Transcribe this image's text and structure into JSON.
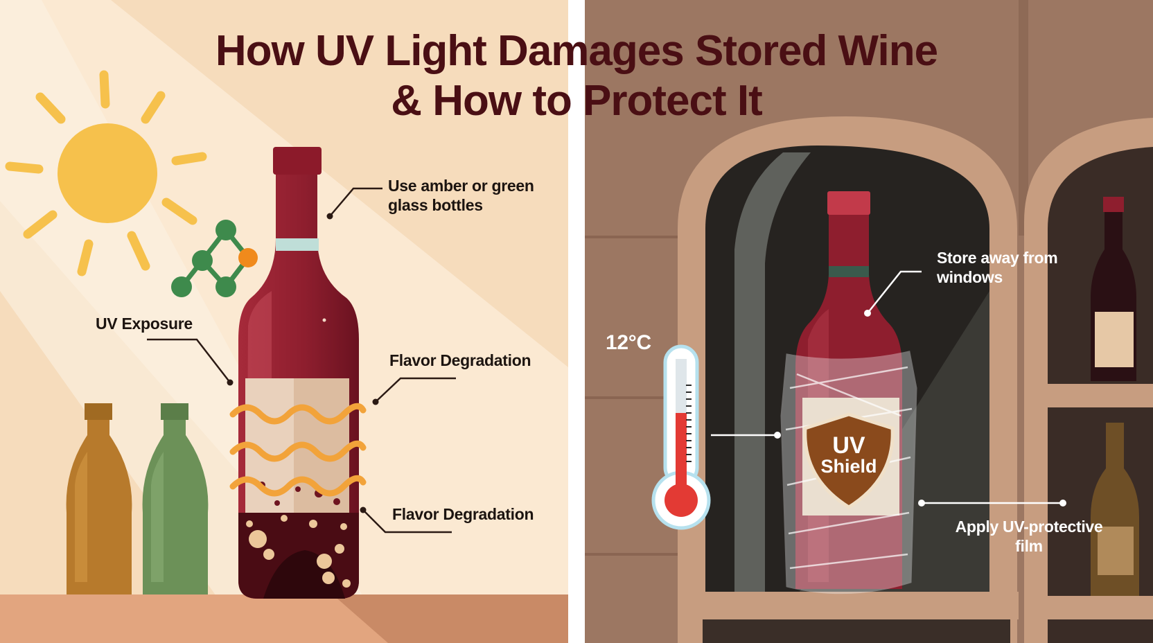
{
  "title": {
    "line1": "How UV Light Damages Stored Wine",
    "line2": "& How to Protect It"
  },
  "left_panel": {
    "labels": {
      "glass": "Use amber or green glass bottles",
      "uv_exposure": "UV Exposure",
      "flavor_1": "Flavor Degradation",
      "flavor_2": "Flavor Degradation"
    },
    "icons": [
      "sun-icon",
      "molecule-icon",
      "wine-bottle-icon",
      "amber-bottle-icon",
      "green-bottle-icon"
    ]
  },
  "right_panel": {
    "temperature": "12°C",
    "labels": {
      "windows": "Store away from windows",
      "film": "Apply UV-protective film"
    },
    "shield": {
      "line1": "UV",
      "line2": "Shield"
    },
    "icons": [
      "thermometer-icon",
      "shield-icon",
      "wine-bottle-icon",
      "wine-rack-icon"
    ]
  },
  "colors": {
    "title": "#4a0f14",
    "wine": "#8e1e2e",
    "sun": "#f6c14c",
    "uv_wave": "#f2a33a",
    "molecule": "#3e8a4c",
    "cellar": "#9a7560",
    "shield": "#8a4a1c"
  }
}
